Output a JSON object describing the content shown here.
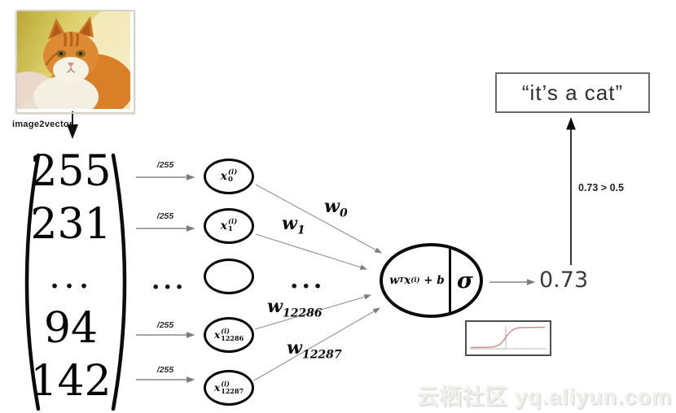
{
  "diagram": {
    "image2vector_label": "image2vector",
    "vector": {
      "values": [
        "255",
        "231",
        "...",
        "94",
        "142"
      ]
    },
    "scale_label": "/255",
    "dots": "...",
    "inputs": [
      {
        "base": "x",
        "sup": "(i)",
        "sub": "0"
      },
      {
        "base": "x",
        "sup": "(i)",
        "sub": "1"
      },
      {
        "base": "",
        "sup": "",
        "sub": ""
      },
      {
        "base": "x",
        "sup": "(i)",
        "sub": "12286"
      },
      {
        "base": "x",
        "sup": "(i)",
        "sub": "12287"
      }
    ],
    "weights": [
      {
        "base": "w",
        "sub": "0"
      },
      {
        "base": "w",
        "sub": "1"
      },
      {
        "base": "w",
        "sub": "12286"
      },
      {
        "base": "w",
        "sub": "12287"
      }
    ],
    "neuron": {
      "w": "w",
      "w_sup": "T",
      "x": "x",
      "x_sup": "(i)",
      "plus_b": "+ b",
      "sigma": "σ"
    },
    "output_value": "0.73",
    "threshold_label": "0.73 > 0.5",
    "result_label": "“it’s a cat”"
  },
  "watermark": "云栖社区 yq.aliyun.com",
  "colors": {
    "ink": "#111111",
    "arrow_gray": "#8a8a8a",
    "sigmoid_curve": "#cf8d8d"
  }
}
